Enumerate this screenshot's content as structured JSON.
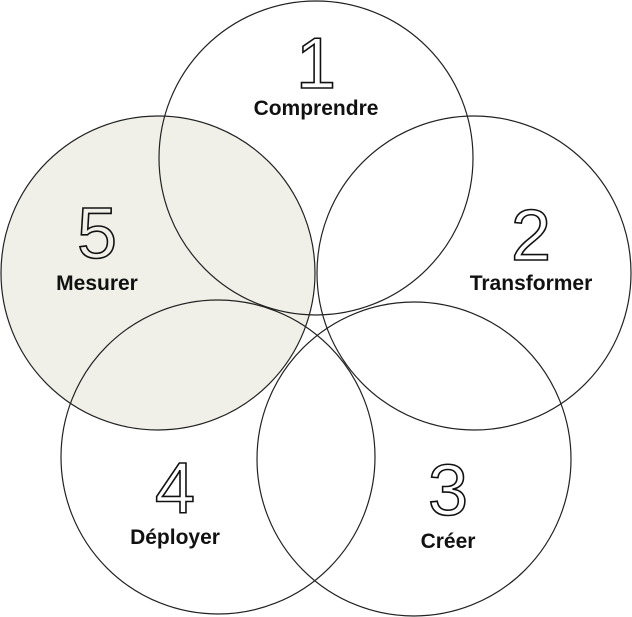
{
  "highlight_color": "#f0f0e8",
  "steps": [
    {
      "number": "1",
      "label": "Comprendre",
      "highlighted": false
    },
    {
      "number": "2",
      "label": "Transformer",
      "highlighted": false
    },
    {
      "number": "3",
      "label": "Créer",
      "highlighted": false
    },
    {
      "number": "4",
      "label": "Déployer",
      "highlighted": false
    },
    {
      "number": "5",
      "label": "Mesurer",
      "highlighted": true
    }
  ]
}
